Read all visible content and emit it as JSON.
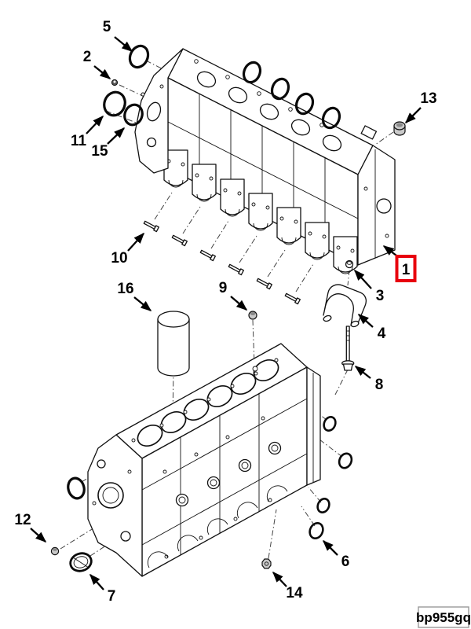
{
  "figure": {
    "kind": "exploded-parts-diagram",
    "subject": "engine-cylinder-block-assembly",
    "part_code": "bp955gq",
    "highlight_color": "#e8000d",
    "line_color": "#111111",
    "callouts": [
      {
        "id": 1,
        "label": "1",
        "highlighted": true
      },
      {
        "id": 2,
        "label": "2",
        "highlighted": false
      },
      {
        "id": 3,
        "label": "3",
        "highlighted": false
      },
      {
        "id": 4,
        "label": "4",
        "highlighted": false
      },
      {
        "id": 5,
        "label": "5",
        "highlighted": false
      },
      {
        "id": 6,
        "label": "6",
        "highlighted": false
      },
      {
        "id": 7,
        "label": "7",
        "highlighted": false
      },
      {
        "id": 8,
        "label": "8",
        "highlighted": false
      },
      {
        "id": 9,
        "label": "9",
        "highlighted": false
      },
      {
        "id": 10,
        "label": "10",
        "highlighted": false
      },
      {
        "id": 11,
        "label": "11",
        "highlighted": false
      },
      {
        "id": 12,
        "label": "12",
        "highlighted": false
      },
      {
        "id": 13,
        "label": "13",
        "highlighted": false
      },
      {
        "id": 14,
        "label": "14",
        "highlighted": false
      },
      {
        "id": 15,
        "label": "15",
        "highlighted": false
      },
      {
        "id": 16,
        "label": "16",
        "highlighted": false
      }
    ]
  }
}
